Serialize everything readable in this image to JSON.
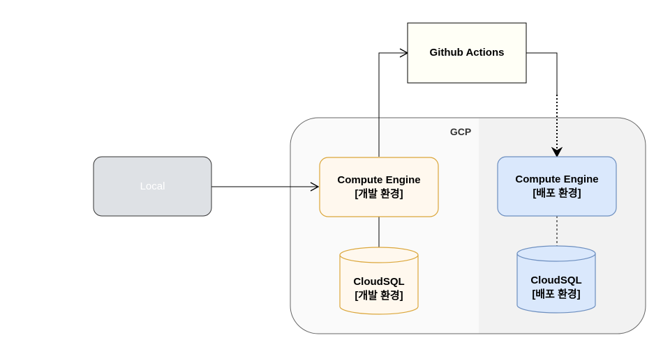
{
  "diagram": {
    "gcp": {
      "label": "GCP"
    },
    "local": {
      "label": "Local"
    },
    "github": {
      "label": "Github Actions"
    },
    "compute_dev": {
      "title": "Compute Engine",
      "subtitle": "[개발 환경]"
    },
    "compute_prod": {
      "title": "Compute Engine",
      "subtitle": "[배포 환경]"
    },
    "cloudsql_dev": {
      "title": "CloudSQL",
      "subtitle": "[개발 환경]"
    },
    "cloudsql_prod": {
      "title": "CloudSQL",
      "subtitle": "[배포 환경]"
    }
  },
  "colors": {
    "gcp_fill_left": "#fafafa",
    "gcp_fill_right": "#f2f2f2",
    "gcp_stroke": "#666666",
    "local_fill": "#dee1e5",
    "local_stroke": "#333333",
    "dev_fill": "#fff8ee",
    "dev_stroke": "#dba63a",
    "prod_fill": "#dae8fc",
    "prod_stroke": "#6c8ebf",
    "github_fill": "#fffff6",
    "github_stroke": "#000000",
    "edge": "#000000"
  }
}
